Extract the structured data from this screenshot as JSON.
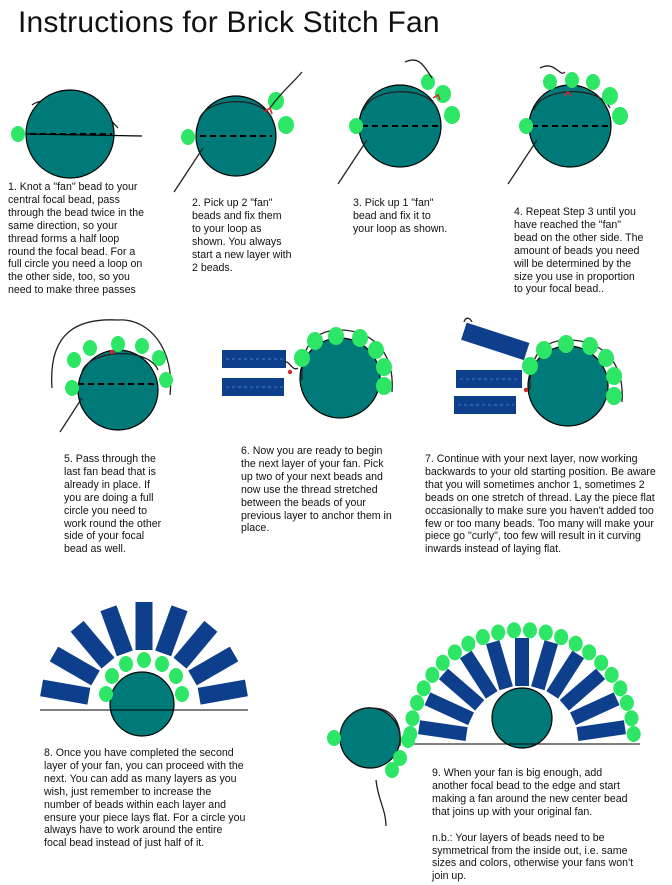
{
  "title": "Instructions for Brick Stitch Fan",
  "colors": {
    "focal_bead": "#007a78",
    "fan_bead": "#2de665",
    "tube_bead": "#0d3f8c",
    "thread": "#222222",
    "anchor": "#d9262d"
  },
  "steps": [
    {
      "lines": [
        "1. Knot a \"fan\" bead to your",
        "central focal bead, pass",
        "through the bead twice in the",
        "same direction, so your",
        "thread forms a half loop",
        "round the focal bead. For a",
        "full circle you need a loop on",
        "the other side, too, so you",
        "need to make three passes"
      ]
    },
    {
      "lines": [
        "2. Pick up 2 \"fan\"",
        "beads and fix them",
        "to your loop as",
        "shown. You always",
        "start a new layer with",
        "2 beads."
      ]
    },
    {
      "lines": [
        "3. Pick up 1 \"fan\"",
        "bead and fix it to",
        "your loop as shown."
      ]
    },
    {
      "lines": [
        "4. Repeat Step 3 until you",
        "have reached the \"fan\"",
        "bead on the other side. The",
        "amount of beads you need",
        "will be determined by the",
        "size you use in proportion",
        "to your focal bead.."
      ]
    },
    {
      "lines": [
        "5. Pass through the",
        "last fan bead that is",
        "already in place. If",
        "you are doing a full",
        "circle you need to",
        "work round the other",
        "side of your focal",
        "bead as well."
      ]
    },
    {
      "lines": [
        "6. Now you are ready to begin",
        "the next layer of your fan. Pick",
        "up two of your next beads and",
        "now use the thread stretched",
        "between the beads of your",
        "previous layer to anchor them in",
        "place."
      ]
    },
    {
      "lines": [
        "7. Continue with your next layer, now working",
        "backwards to your old starting position. Be aware",
        "that you will sometimes anchor 1, sometimes 2",
        "beads on one stretch of thread. Lay the piece flat",
        "occasionally to make sure you haven't added too",
        "few or too many beads. Too many will make your",
        "piece go \"curly\", too few will result in it curving",
        "inwards instead of laying flat."
      ]
    },
    {
      "lines": [
        "8. Once you have completed the second",
        "layer of your fan, you can proceed with the",
        "next. You can add as many layers as you",
        "wish, just remember to increase the",
        "number of  beads within each layer and",
        "ensure your piece lays flat. For a circle you",
        "always have to work around the entire",
        "focal bead instead of just half of it."
      ]
    },
    {
      "lines": [
        "9. When your fan is big enough, add",
        "another focal bead to the edge and start",
        "making a fan around the new center bead",
        "that joins up with your original fan."
      ],
      "note": [
        "n.b.: Your layers of beads need to be",
        "symmetrical from the inside out, i.e. same",
        "sizes and colors, otherwise your fans won't",
        "join up."
      ]
    }
  ]
}
